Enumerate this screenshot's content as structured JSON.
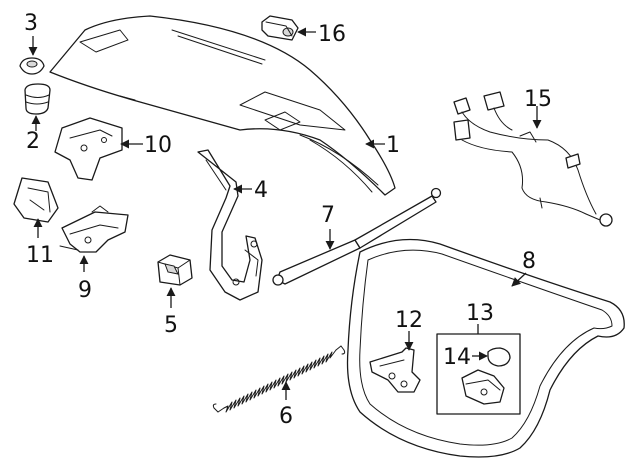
{
  "colors": {
    "line": "#1a1a1a",
    "background": "#ffffff",
    "shade": "#d9d9d9"
  },
  "callouts": {
    "c1": "1",
    "c2": "2",
    "c3": "3",
    "c4": "4",
    "c5": "5",
    "c6": "6",
    "c7": "7",
    "c8": "8",
    "c9": "9",
    "c10": "10",
    "c11": "11",
    "c12": "12",
    "c13": "13",
    "c14": "14",
    "c15": "15",
    "c16": "16"
  }
}
